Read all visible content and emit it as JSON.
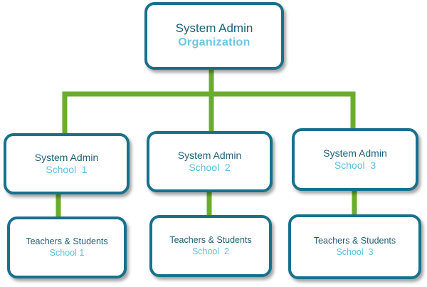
{
  "diagram": {
    "root": {
      "title": "System Admin",
      "subtitle": "Organization"
    },
    "admins": [
      {
        "title": "System Admin",
        "subtitle": "School  1"
      },
      {
        "title": "System Admin",
        "subtitle": "School  2"
      },
      {
        "title": "System Admin",
        "subtitle": "School  3"
      }
    ],
    "members": [
      {
        "title": "Teachers & Students",
        "subtitle": "School 1"
      },
      {
        "title": "Teachers & Students",
        "subtitle": "School  2"
      },
      {
        "title": "Teachers & Students",
        "subtitle": "School  3"
      }
    ]
  },
  "colors": {
    "node_border": "#17718c",
    "title_text": "#1d5f78",
    "subtitle_text": "#5bc0de",
    "connector": "#6aad2b"
  }
}
